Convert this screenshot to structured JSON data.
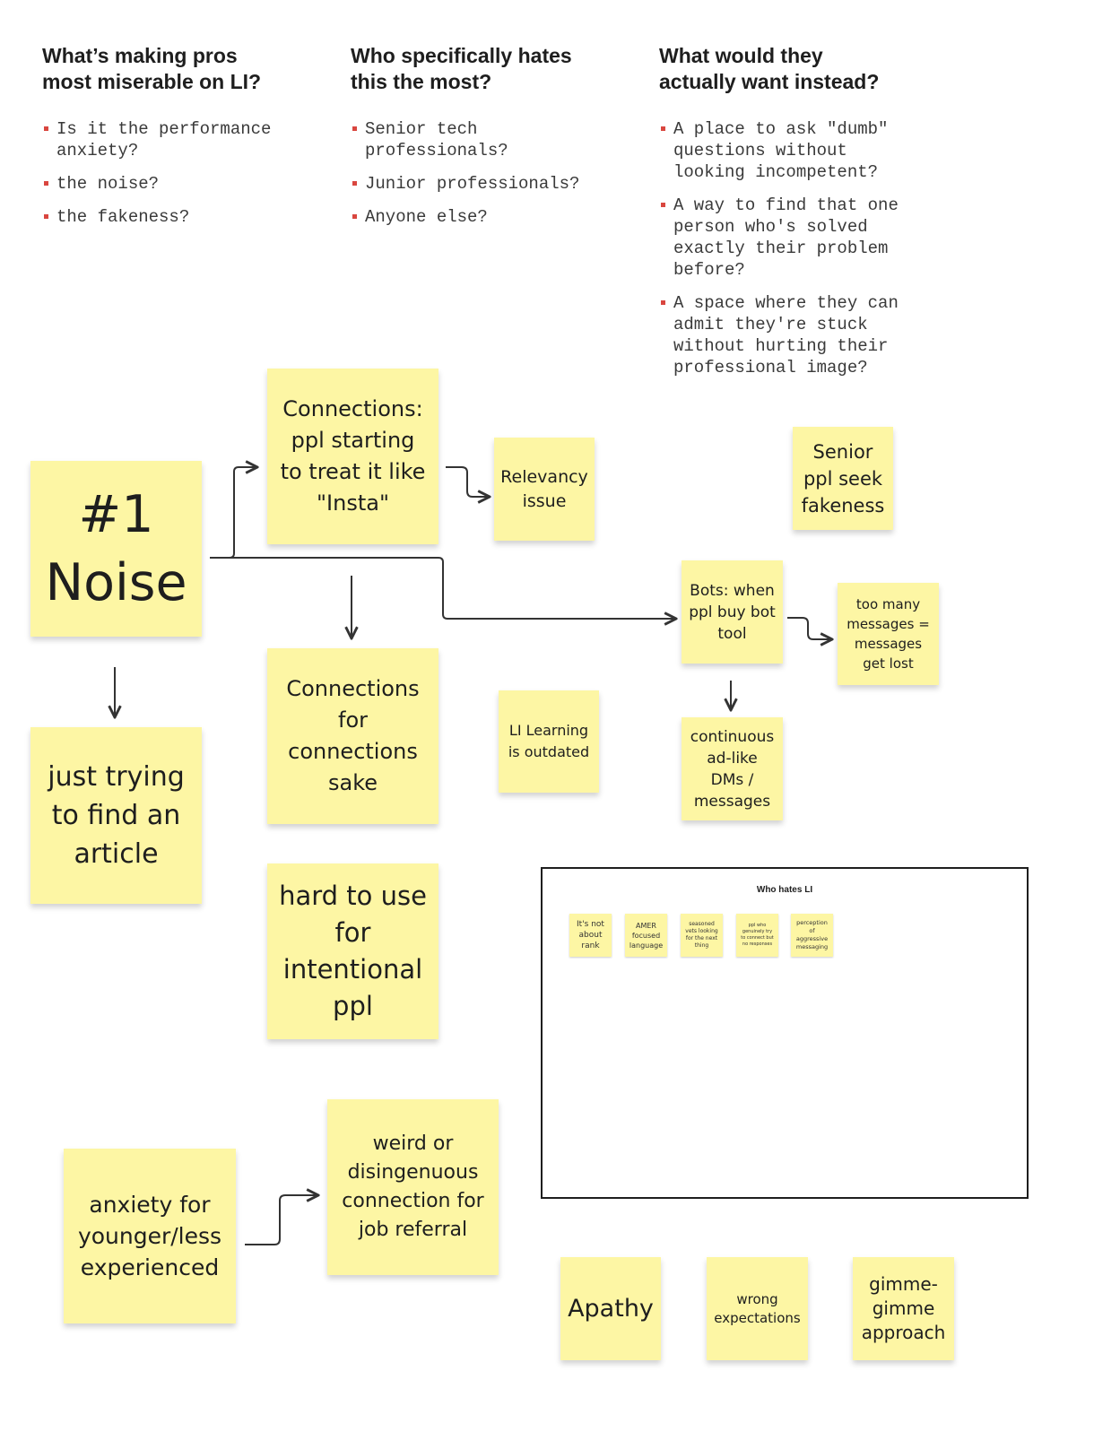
{
  "columns": [
    {
      "heading": "What’s making pros\nmost miserable on LI?",
      "items": [
        "Is it the performance\nanxiety?",
        "the noise?",
        "the fakeness?"
      ]
    },
    {
      "heading": "Who specifically hates\nthis the most?",
      "items": [
        "Senior tech\nprofessionals?",
        "Junior professionals?",
        "Anyone else?"
      ]
    },
    {
      "heading": "What would they\nactually want instead?",
      "items": [
        "A place to ask \"dumb\"\nquestions without\nlooking incompetent?",
        "A way to find that one\nperson who's solved\nexactly their problem\nbefore?",
        "A space where they can\nadmit they're stuck\nwithout hurting their\nprofessional image?"
      ]
    }
  ],
  "stickies": {
    "noise": "#1\nNoise",
    "connections_insta": "Connections:\nppl starting\nto treat it like\n\"Insta\"",
    "relevancy": "Relevancy\nissue",
    "senior_fakeness": "Senior\nppl seek\nfakeness",
    "bots": "Bots: when\nppl buy bot\ntool",
    "too_many": "too many\nmessages =\nmessages\nget lost",
    "connections_sake": "Connections\nfor\nconnections\nsake",
    "li_learning": "LI Learning\nis outdated",
    "continuous_dms": "continuous\nad-like\nDMs /\nmessages",
    "article": "just trying\nto find an\narticle",
    "hard_to_use": "hard to use\nfor\nintentional\nppl",
    "anxiety": "anxiety for\nyounger/less\nexperienced",
    "weird": "weird or\ndisingenuous\nconnection for\njob referral",
    "apathy": "Apathy",
    "wrong_expectations": "wrong\nexpectations",
    "gimme": "gimme-\ngimme\napproach"
  },
  "frame": {
    "title": "Who hates LI",
    "notes": [
      "It's not\nabout\nrank",
      "AMER\nfocused\nlanguage",
      "seasoned\nvets looking\nfor the next\nthing",
      "ppl who\ngenuinely try\nto connect but\nno responses",
      "perception\nof\naggressive\nmessaging"
    ]
  },
  "colors": {
    "sticky": "#fdf6a4",
    "bullet": "#d9463f",
    "text": "#1e1e1e"
  }
}
